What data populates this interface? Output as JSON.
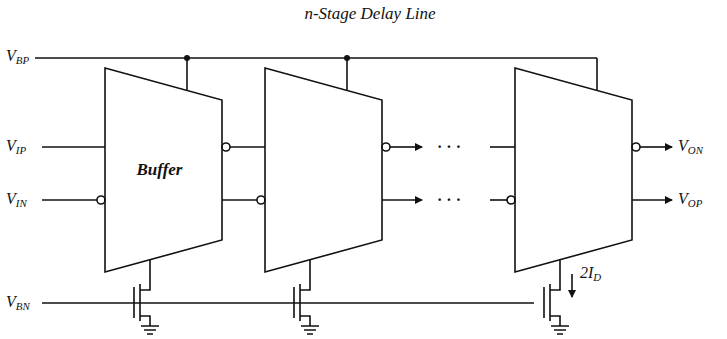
{
  "diagram": {
    "title": "n-Stage Delay Line",
    "nodes": [
      {
        "text": [
          "Buffer"
        ]
      }
    ],
    "labels": [
      "VBP",
      "VIP",
      "VIN",
      "· · ·",
      "· · ·",
      "VON",
      "VOP",
      "VBN",
      "2ID"
    ]
  }
}
